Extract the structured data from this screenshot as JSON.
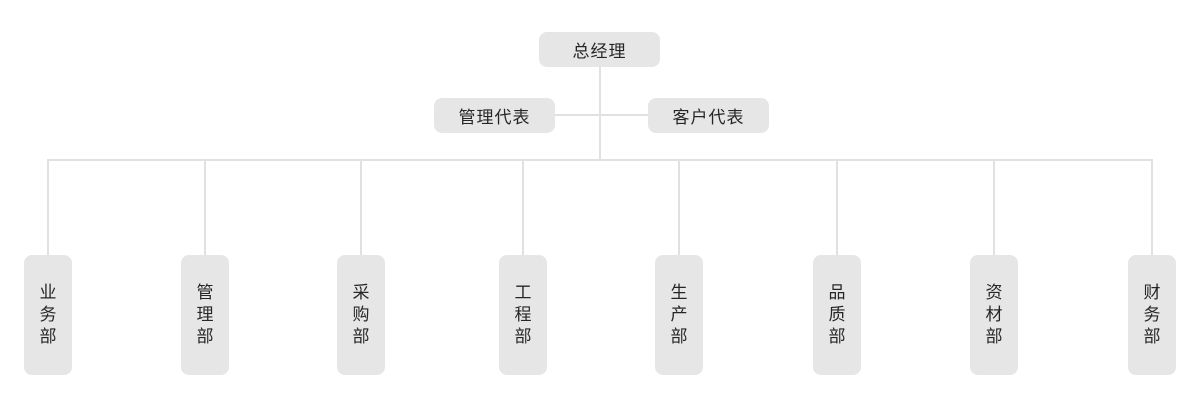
{
  "org_chart": {
    "title": "company-organization-chart",
    "root": {
      "label": "总经理"
    },
    "staff": [
      {
        "label": "管理代表"
      },
      {
        "label": "客户代表"
      }
    ],
    "departments": [
      {
        "label": "业务部"
      },
      {
        "label": "管理部"
      },
      {
        "label": "采购部"
      },
      {
        "label": "工程部"
      },
      {
        "label": "生产部"
      },
      {
        "label": "品质部"
      },
      {
        "label": "资材部"
      },
      {
        "label": "财务部"
      }
    ],
    "colors": {
      "node_fill": "#e6e6e6",
      "node_text": "#262626",
      "connector": "#e1e1e1",
      "background": "#ffffff"
    }
  }
}
